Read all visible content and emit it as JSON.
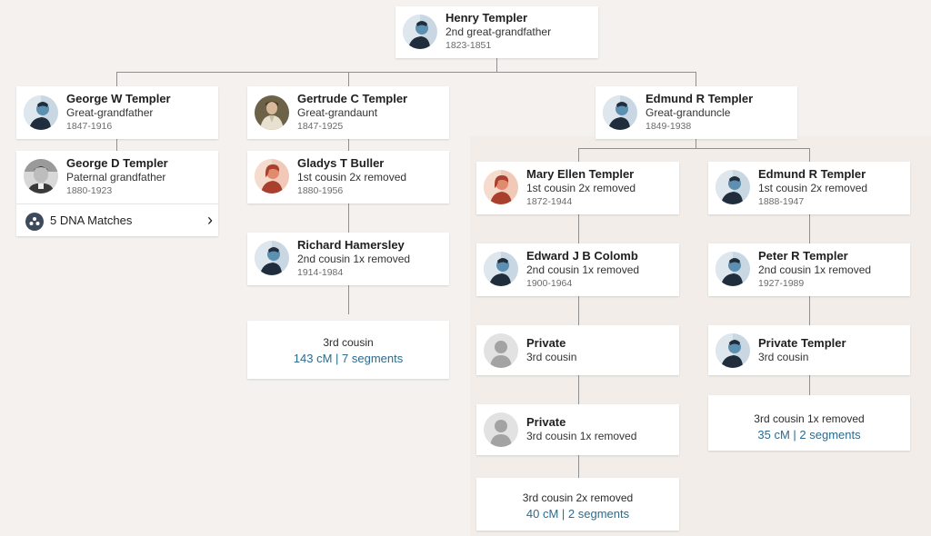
{
  "colors": {
    "accent": "#2b6b8f",
    "connector": "#8f8f8f",
    "background": "#f4f1ee"
  },
  "people": {
    "henry": {
      "name": "Henry Templer",
      "relation": "2nd great-grandfather",
      "years": "1823-1851",
      "avatar": "male-silhouette-icon"
    },
    "georgew": {
      "name": "George W Templer",
      "relation": "Great-grandfather",
      "years": "1847-1916",
      "avatar": "male-silhouette-icon"
    },
    "georged": {
      "name": "George D Templer",
      "relation": "Paternal grandfather",
      "years": "1880-1923",
      "avatar": "photo"
    },
    "gertrude": {
      "name": "Gertrude C Templer",
      "relation": "Great-grandaunt",
      "years": "1847-1925",
      "avatar": "painting-portrait"
    },
    "edmund": {
      "name": "Edmund R Templer",
      "relation": "Great-granduncle",
      "years": "1849-1938",
      "avatar": "male-silhouette-icon"
    },
    "gladys": {
      "name": "Gladys T Buller",
      "relation": "1st cousin 2x removed",
      "years": "1880-1956",
      "avatar": "female-silhouette-icon"
    },
    "richard": {
      "name": "Richard Hamersley",
      "relation": "2nd cousin 1x removed",
      "years": "1914-1984",
      "avatar": "male-silhouette-icon"
    },
    "maryellen": {
      "name": "Mary Ellen Templer",
      "relation": "1st cousin 2x removed",
      "years": "1872-1944",
      "avatar": "female-silhouette-icon"
    },
    "edmund2": {
      "name": "Edmund R Templer",
      "relation": "1st cousin 2x removed",
      "years": "1888-1947",
      "avatar": "male-silhouette-icon"
    },
    "edward": {
      "name": "Edward J B Colomb",
      "relation": "2nd cousin 1x removed",
      "years": "1900-1964",
      "avatar": "male-silhouette-icon"
    },
    "peter": {
      "name": "Peter R Templer",
      "relation": "2nd cousin 1x removed",
      "years": "1927-1989",
      "avatar": "male-silhouette-icon"
    },
    "private1": {
      "name": "Private",
      "relation": "3rd cousin",
      "avatar": "private-silhouette-icon"
    },
    "privatet": {
      "name": "Private Templer",
      "relation": "3rd cousin",
      "avatar": "male-silhouette-icon"
    },
    "private2": {
      "name": "Private",
      "relation": "3rd cousin 1x removed",
      "avatar": "private-silhouette-icon"
    }
  },
  "dna_matches": {
    "label": "5 DNA Matches"
  },
  "matches": {
    "m1": {
      "relationship": "3rd cousin",
      "cm": "143 cM | 7 segments"
    },
    "m2": {
      "relationship": "3rd cousin 1x removed",
      "cm": "35 cM | 2 segments"
    },
    "m3": {
      "relationship": "3rd cousin 2x removed",
      "cm": "40 cM | 2 segments"
    }
  }
}
